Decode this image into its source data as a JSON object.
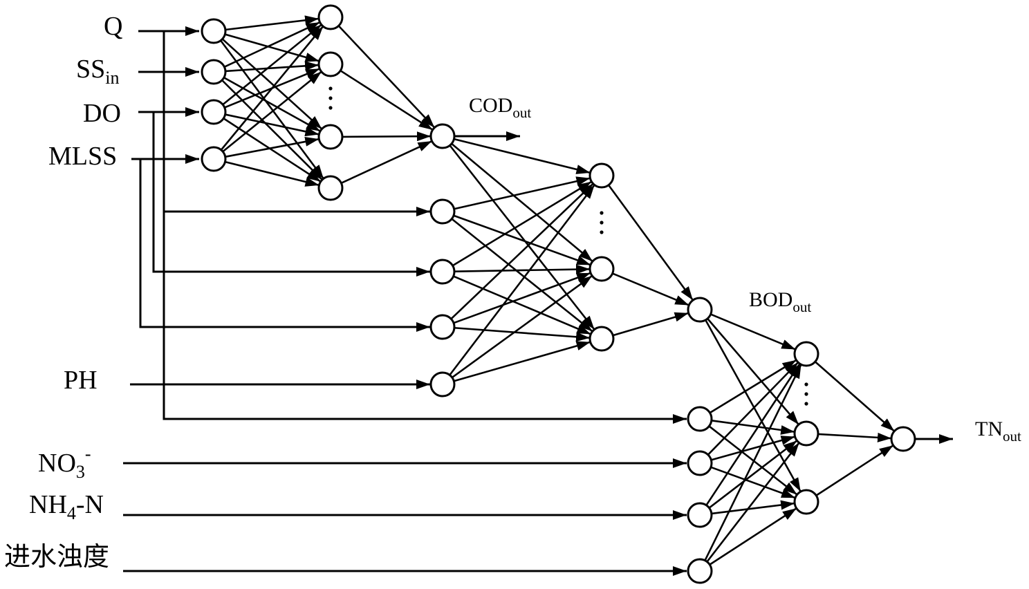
{
  "inputs": {
    "q": "Q",
    "ss_main": "SS",
    "ss_sub": "in",
    "do": "DO",
    "mlss": "MLSS",
    "ph": "PH",
    "no3_main": "NO",
    "no3_sub": "3",
    "no3_sup": "-",
    "nh4_main": "NH",
    "nh4_sub": "4",
    "nh4_rest": "-N",
    "turbidity": "进水浊度"
  },
  "outputs": {
    "cod_main": "COD",
    "cod_sub": "out",
    "bod_main": "BOD",
    "bod_sub": "out",
    "tn_main": "TN",
    "tn_sub": "out"
  },
  "colors": {
    "line": "#000000",
    "background": "#ffffff"
  }
}
